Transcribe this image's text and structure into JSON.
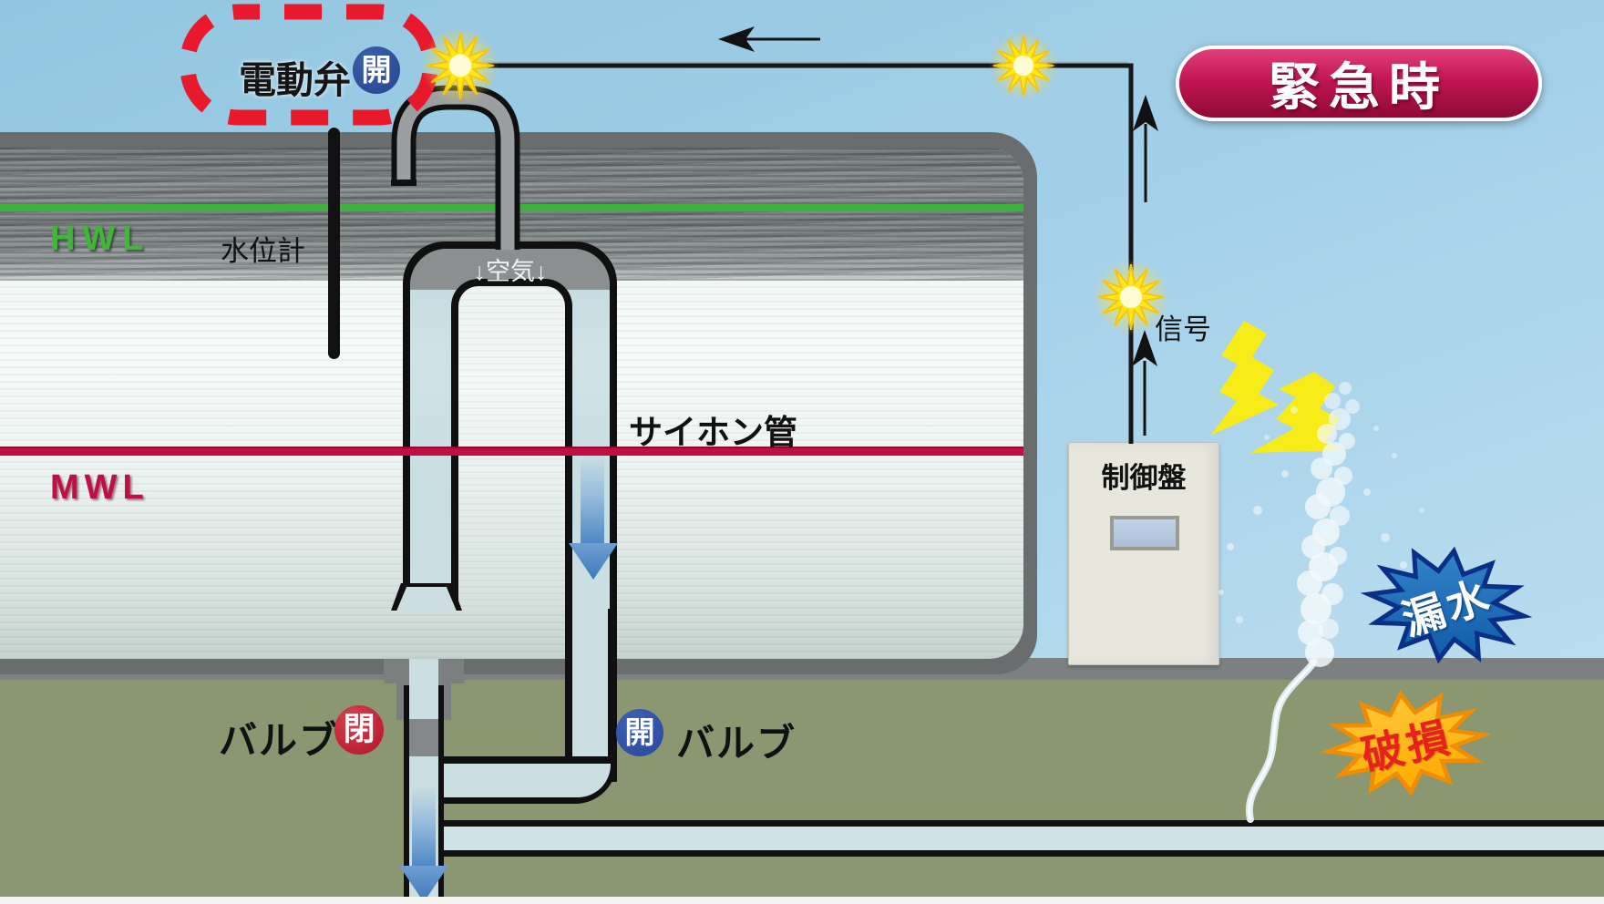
{
  "title": "緊急時のサイホン式放流システム図",
  "labels": {
    "emergency": "緊急時",
    "motor_valve": "電動弁",
    "motor_valve_state": "開",
    "level_gauge": "水位計",
    "hwl": "HWL",
    "mwl": "MWL",
    "air": "↓空気↓",
    "siphon_pipe": "サイホン管",
    "control_panel": "制御盤",
    "signal": "信号",
    "valve_left_label": "バルブ",
    "valve_left_state": "閉",
    "valve_right_state": "開",
    "valve_right_label": "バルブ",
    "leak": "漏水",
    "damage": "破損"
  },
  "icons": {
    "spark": "spark-burst-icon",
    "lightning": "lightning-bolt-icon",
    "signal_arrow": "signal-arrow-icon",
    "flow_arrow": "water-flow-arrow-icon",
    "spray": "water-spray-icon",
    "highlight": "red-dashed-highlight"
  },
  "colors": {
    "hwl_green": "#3cb23c",
    "mwl_crimson": "#c00f45",
    "emergency_pink": "#c11653",
    "badge_open_blue": "#28489c",
    "badge_closed_red": "#b01226",
    "spark_yellow": "#ffe81a",
    "leak_burst_blue": "#1f74c0",
    "damage_burst_orange": "#ffb61e",
    "pipe_water": "#cbdee2",
    "ground_olive": "#8a9770",
    "tank_gray": "#696d6e"
  }
}
